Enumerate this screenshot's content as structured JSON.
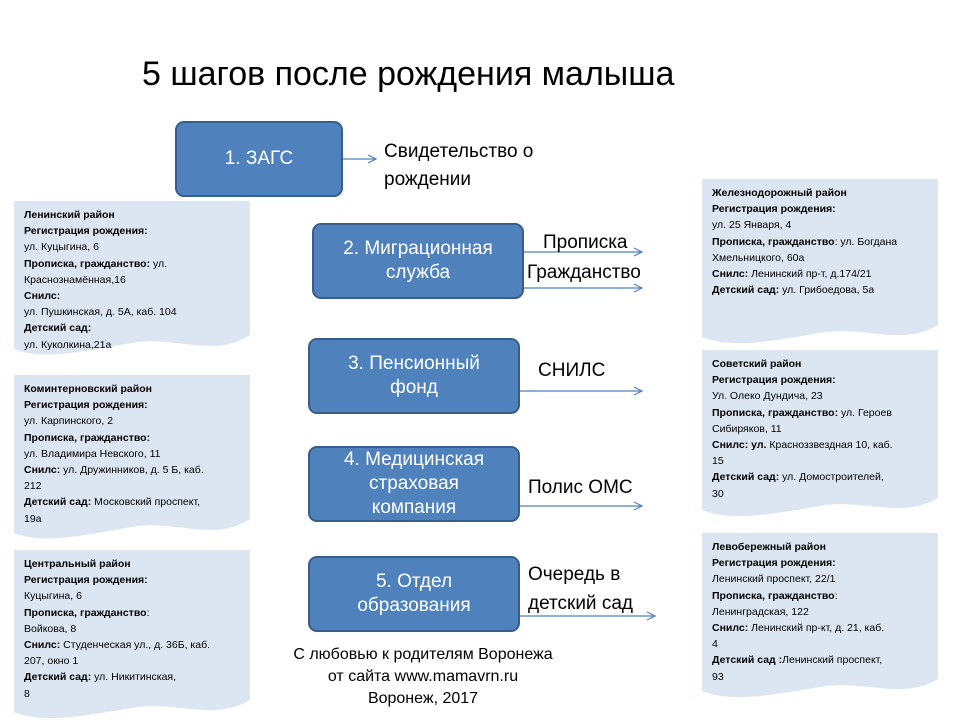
{
  "title": "5 шагов после рождения малыша",
  "steps": [
    {
      "label": "1. ЗАГС",
      "result": "Свидетельство о\nрождении"
    },
    {
      "label": "2. Миграционная\nслужба",
      "results": [
        "Прописка",
        "Гражданство"
      ]
    },
    {
      "label": "3. Пенсионный\nфонд",
      "result": "СНИЛС"
    },
    {
      "label": "4. Медицинская\nстраховая\nкомпания",
      "result": "Полис ОМС"
    },
    {
      "label": "5. Отдел\nобразования",
      "result": "Очередь в\nдетский сад"
    }
  ],
  "districts": {
    "leninsky": {
      "lines": [
        [
          {
            "b": "Ленинский  район"
          }
        ],
        [
          {
            "b": "Регистрация  рождения:"
          }
        ],
        [
          {
            "t": "ул. Куцыгина, 6"
          }
        ],
        [
          {
            "b": "Прописка, гражданство:"
          },
          {
            "t": " ул."
          }
        ],
        [
          {
            "t": "Краснознамённая,16"
          }
        ],
        [
          {
            "b": "Снилс:"
          }
        ],
        [
          {
            "t": "ул. Пушкинская, д. 5А, каб. 104"
          }
        ],
        [
          {
            "b": "Детский сад:"
          }
        ],
        [
          {
            "t": "ул. Куколкина,21а"
          }
        ]
      ]
    },
    "kominternovsky": {
      "lines": [
        [
          {
            "b": "Коминтерновский  район"
          }
        ],
        [
          {
            "b": "Регистрация  рождения:"
          }
        ],
        [
          {
            "t": " ул. Карпинского, 2"
          }
        ],
        [
          {
            "b": "Прописка, гражданство:"
          }
        ],
        [
          {
            "t": "ул. Владимира Невского, 11"
          }
        ],
        [
          {
            "b": "Снилс:"
          },
          {
            "t": " ул. Дружинников, д. 5 Б, каб."
          }
        ],
        [
          {
            "t": "212"
          }
        ],
        [
          {
            "b": "Детский сад:"
          },
          {
            "t": " Московский проспект,"
          }
        ],
        [
          {
            "t": "19а"
          }
        ]
      ]
    },
    "tsentralny": {
      "lines": [
        [
          {
            "b": "Центральный  район"
          }
        ],
        [
          {
            "b": "Регистрация  рождения:"
          }
        ],
        [
          {
            "t": "Куцыгина, 6"
          }
        ],
        [
          {
            "b": "Прописка, гражданство"
          },
          {
            "t": ":"
          }
        ],
        [
          {
            "t": "Войкова, 8"
          }
        ],
        [
          {
            "b": "Снилс:"
          },
          {
            "t": " Студенческая ул., д. 36Б, каб."
          }
        ],
        [
          {
            "t": "207, окно 1"
          }
        ],
        [
          {
            "b": "Детский сад:"
          },
          {
            "t": " ул. Никитинская,"
          }
        ],
        [
          {
            "t": "8"
          }
        ]
      ]
    },
    "zheleznodorozhny": {
      "lines": [
        [
          {
            "b": "Железнодорожный  район"
          }
        ],
        [
          {
            "b": "Регистрация  рождения:"
          }
        ],
        [
          {
            "t": " ул. 25 Января, 4"
          }
        ],
        [
          {
            "b": "Прописка, гражданство"
          },
          {
            "t": ": ул. Богдана"
          }
        ],
        [
          {
            "t": "Хмельницкого, 60а"
          }
        ],
        [
          {
            "b": "Снилс:"
          },
          {
            "t": " Ленинский пр-т, д.174/21"
          }
        ],
        [
          {
            "b": "Детский сад:"
          },
          {
            "t": " ул. Грибоедова, 5а"
          }
        ]
      ]
    },
    "sovetsky": {
      "lines": [
        [
          {
            "b": "Советский  район"
          }
        ],
        [
          {
            "b": "Регистрация  рождения:"
          }
        ],
        [
          {
            "t": "Ул. Олеко Дундича, 23"
          }
        ],
        [
          {
            "b": "Прописка, гражданство:"
          },
          {
            "t": " ул. Героев"
          }
        ],
        [
          {
            "t": "Сибиряков, 11"
          }
        ],
        [
          {
            "b": "Снилс: ул."
          },
          {
            "t": " Красноззвездная 10, каб."
          }
        ],
        [
          {
            "t": "15"
          }
        ],
        [
          {
            "b": "Детский сад:"
          },
          {
            "t": " ул. Домостроителей,"
          }
        ],
        [
          {
            "t": "30"
          }
        ]
      ]
    },
    "levoberezhny": {
      "lines": [
        [
          {
            "b": "Левобережный  район"
          }
        ],
        [
          {
            "b": "Регистрация  рождения:"
          }
        ],
        [
          {
            "t": "Ленинский проспект, 22/1"
          }
        ],
        [
          {
            "b": "Прописка, гражданство"
          },
          {
            "t": ":"
          }
        ],
        [
          {
            "t": "Ленинградская, 122"
          }
        ],
        [
          {
            "b": "Снилс:"
          },
          {
            "t": " Ленинский пр-кт, д. 21, каб."
          }
        ],
        [
          {
            "t": "4"
          }
        ],
        [
          {
            "b": "Детский сад :"
          },
          {
            "t": "Ленинский проспект,"
          }
        ],
        [
          {
            "t": "93"
          }
        ]
      ]
    }
  },
  "footer": {
    "line1": "С любовью к родителям Воронежа",
    "line2": "от сайта www.mamavrn.ru",
    "line3": "Воронеж, 2017"
  },
  "colors": {
    "step_fill": "#4f81bd",
    "step_border": "#385d8a",
    "note_fill": "#dce6f2",
    "arrow": "#4f81bd"
  }
}
